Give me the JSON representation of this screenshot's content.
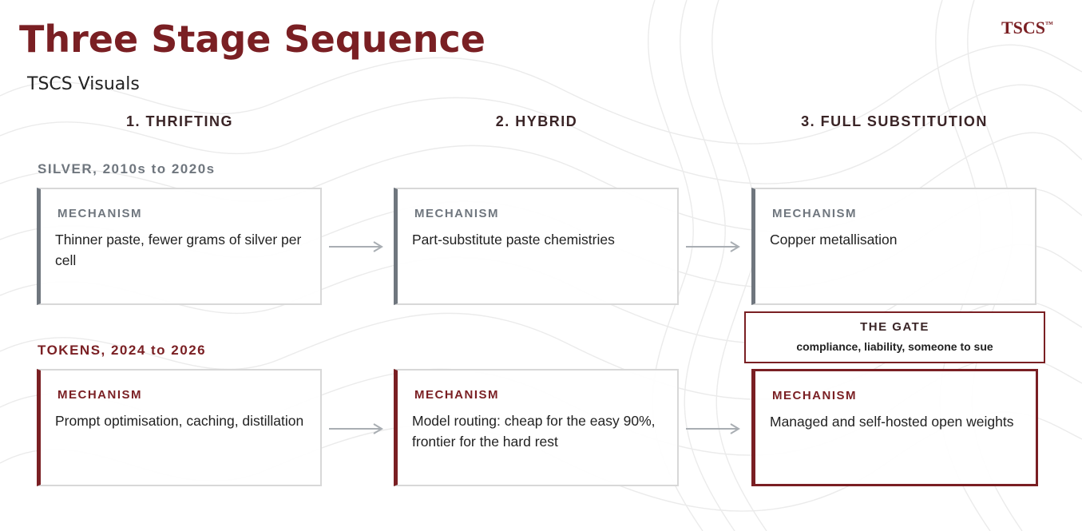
{
  "header": {
    "title": "Three Stage Sequence",
    "subtitle": "TSCS Visuals",
    "brand": "TSCS",
    "brand_mark": "™"
  },
  "stages": [
    {
      "label": "1. THRIFTING"
    },
    {
      "label": "2. HYBRID"
    },
    {
      "label": "3. FULL SUBSTITUTION"
    }
  ],
  "rows": [
    {
      "label": "SILVER, 2010s to 2020s",
      "color": "#6f767e",
      "cards": [
        {
          "heading": "MECHANISM",
          "text": "Thinner paste, fewer grams of silver per cell"
        },
        {
          "heading": "MECHANISM",
          "text": "Part-substitute paste chemistries"
        },
        {
          "heading": "MECHANISM",
          "text": "Copper metallisation"
        }
      ]
    },
    {
      "label": "TOKENS, 2024 to 2026",
      "color": "#7a1f23",
      "cards": [
        {
          "heading": "MECHANISM",
          "text": "Prompt optimisation, caching, distillation"
        },
        {
          "heading": "MECHANISM",
          "text": "Model routing: cheap for the easy 90%, frontier for the hard rest"
        },
        {
          "heading": "MECHANISM",
          "text": "Managed and self-hosted open weights"
        }
      ]
    }
  ],
  "gate": {
    "title": "THE GATE",
    "text": "compliance, liability, someone to sue"
  },
  "colors": {
    "accent": "#7a1f23",
    "neutral": "#6f767e",
    "arrow": "#a9aeb3",
    "contour": "#e6e6e6"
  }
}
